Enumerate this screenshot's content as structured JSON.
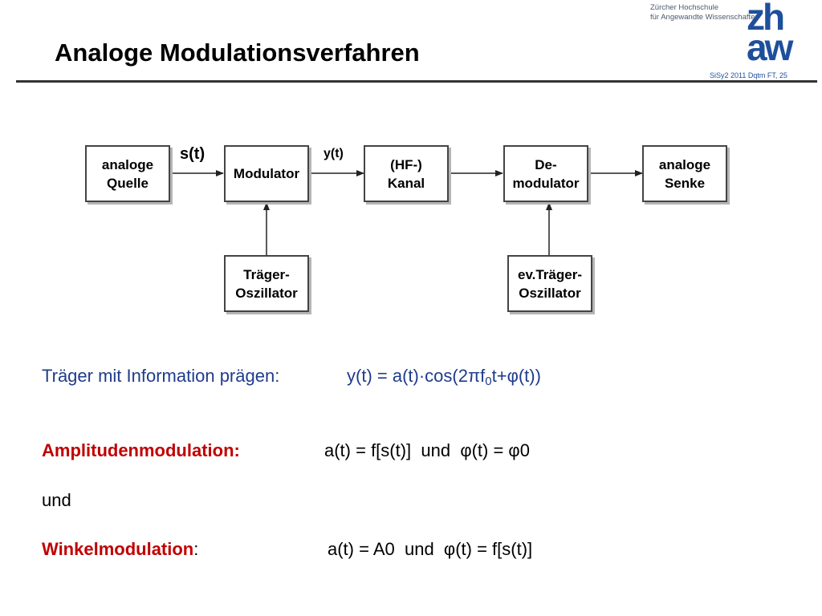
{
  "header": {
    "title": "Analoge Modulationsverfahren",
    "org_line1": "Zürcher Hochschule",
    "org_line2": "für Angewandte Wissenschaften",
    "logo_line1": "zh",
    "logo_line2": "aw",
    "slide_ref": "SiSy2 2011 Dqtm FT, 25"
  },
  "diagram": {
    "blocks": {
      "source": [
        "analoge",
        "Quelle"
      ],
      "modulator": "Modulator",
      "channel": [
        "(HF-)",
        "Kanal"
      ],
      "demodulator": [
        "De-",
        "modulator"
      ],
      "sink": [
        "analoge",
        "Senke"
      ],
      "carrier_osc": [
        "Träger-",
        "Oszillator"
      ],
      "ev_carrier_osc": [
        "ev.Träger-",
        "Oszillator"
      ]
    },
    "signals": {
      "s": "s(t)",
      "y": "y(t)"
    }
  },
  "content": {
    "carrier_label": "Träger mit Information prägen:",
    "carrier_formula_a": "y(t) = a(t)·cos(2πf",
    "carrier_formula_sub": "0",
    "carrier_formula_b": "t+φ(t))",
    "am_label": "Amplitudenmodulation:",
    "am_formula": "a(t) = f[s(t)]  und  φ(t) = φ0",
    "und": "und",
    "wm_label": "Winkelmodulation",
    "wm_colon": ":",
    "wm_formula": "a(t) = A0  und  φ(t) = f[s(t)]"
  },
  "colors": {
    "accent_blue": "#1f3c8c",
    "emphasis_red": "#c00000",
    "logo_blue": "#1e4f9c"
  }
}
